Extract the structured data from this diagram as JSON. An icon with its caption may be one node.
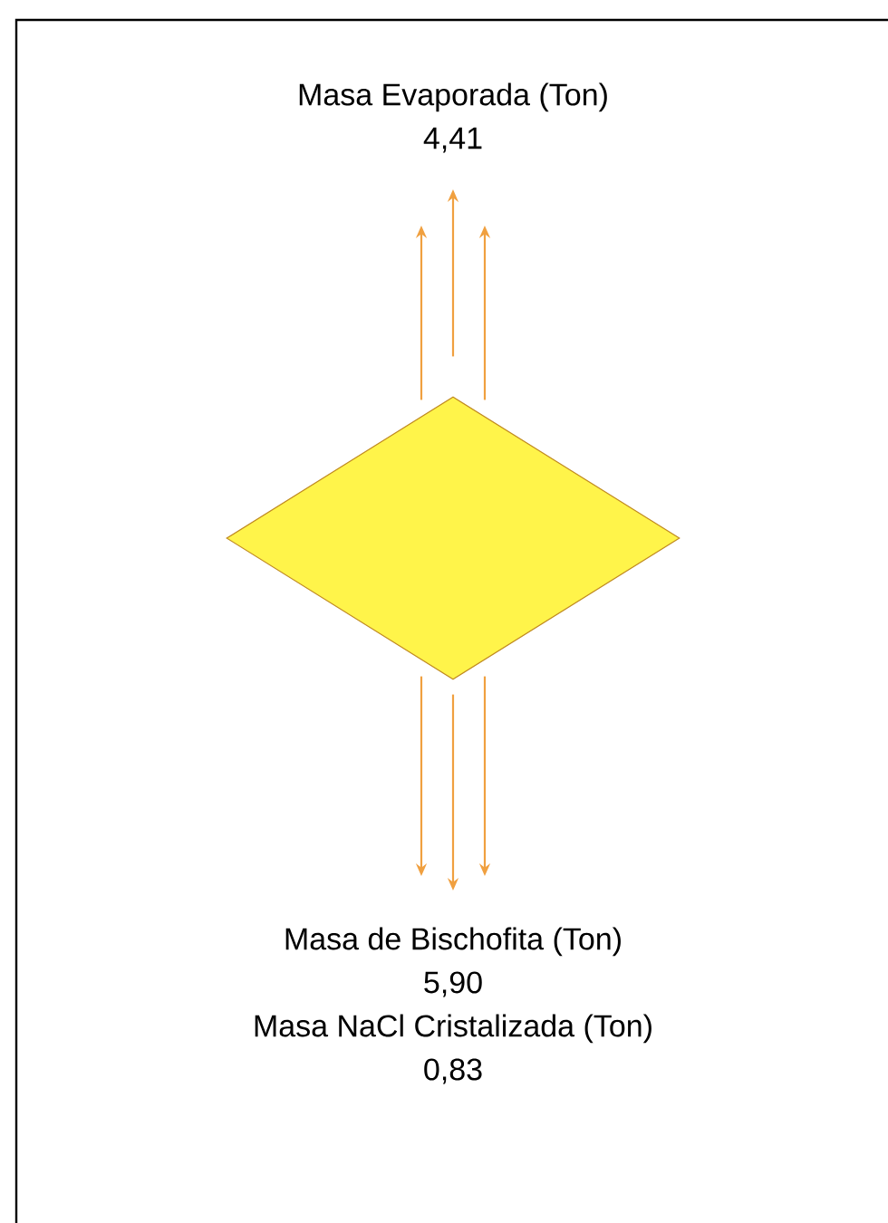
{
  "diagram": {
    "nodes": [
      {
        "text": [],
        "shape": "diamond"
      },
      {
        "text": [
          "Masa Evaporada (Ton)",
          "4,41"
        ]
      },
      {
        "text": [
          "Masa de Bischofita (Ton)",
          "5,90",
          "Masa NaCl Cristalizada (Ton)",
          "0,83"
        ]
      }
    ],
    "edges": [
      {
        "from": 0,
        "to": 1,
        "arrow": "to"
      },
      {
        "from": 0,
        "to": 1,
        "arrow": "to"
      },
      {
        "from": 0,
        "to": 1,
        "arrow": "to"
      },
      {
        "from": 0,
        "to": 2,
        "arrow": "to"
      },
      {
        "from": 0,
        "to": 2,
        "arrow": "to"
      },
      {
        "from": 0,
        "to": 2,
        "arrow": "to"
      }
    ]
  }
}
